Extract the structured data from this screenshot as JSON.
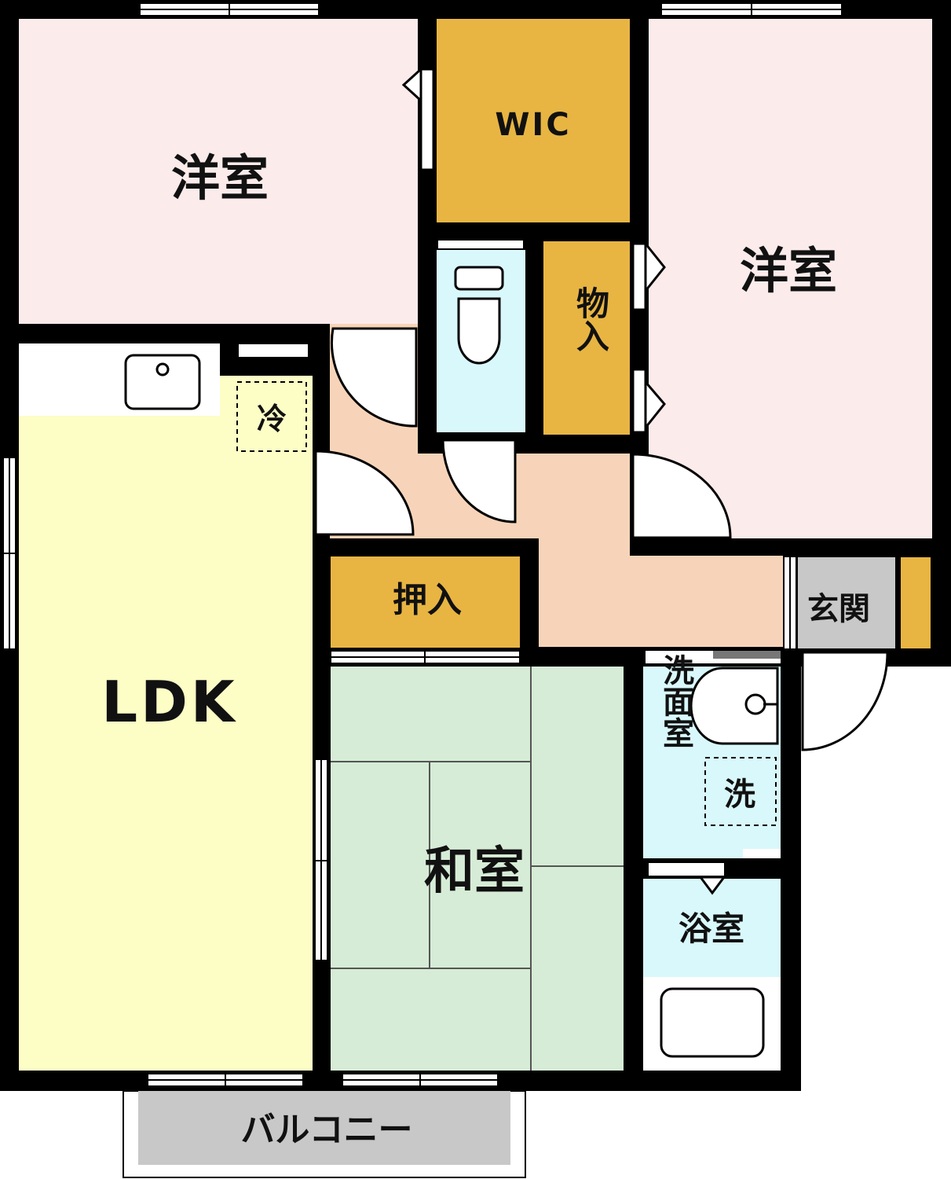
{
  "labels": {
    "western_room_top_left": "洋室",
    "wic": "WIC",
    "western_room_right": "洋室",
    "storage_mono": "物入",
    "fridge": "冷",
    "ldk": "LDK",
    "oshiire": "押入",
    "entrance": "玄関",
    "washroom": "洗面室",
    "washer": "洗",
    "japanese_room": "和室",
    "bathroom": "浴室",
    "balcony": "バルコニー"
  },
  "colors": {
    "wall": "#000000",
    "western_room": "#fcebeb",
    "storage": "#e8b543",
    "wet_area": "#d9f8fb",
    "ldk": "#fdfdc6",
    "hallway": "#f7d4b9",
    "japanese_room": "#d6ecd6",
    "tatami_line": "#555555",
    "balcony": "#c8c8c8",
    "entrance_floor": "#c8c8c8"
  }
}
